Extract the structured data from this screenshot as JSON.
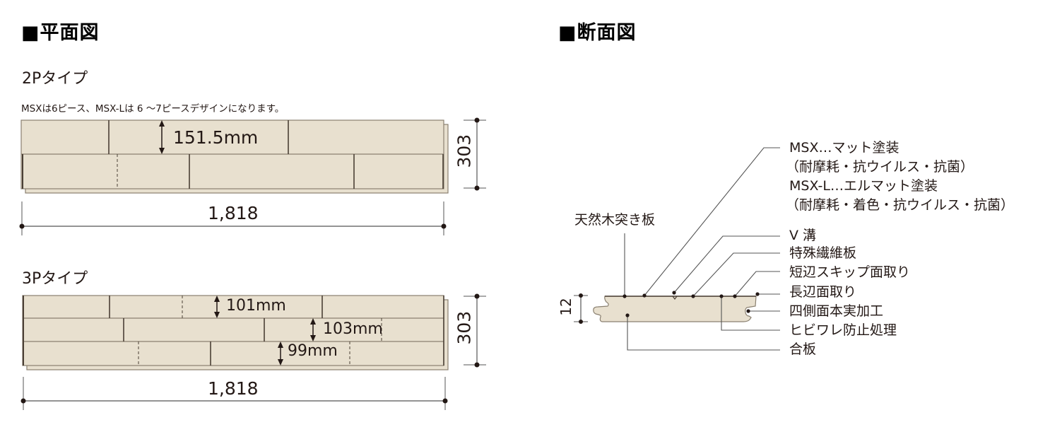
{
  "plan_view": {
    "title": "■平面図",
    "type_2p": {
      "label": "2Pタイプ",
      "note": "MSXは6ピース、MSX-Lは 6 〜7ピースデザインになります。",
      "plank_width": "151.5mm",
      "total_height": "303",
      "total_length": "1,818"
    },
    "type_3p": {
      "label": "3Pタイプ",
      "row1_width": "101mm",
      "row2_width": "103mm",
      "row3_width": "99mm",
      "total_height": "303",
      "total_length": "1,818"
    }
  },
  "section_view": {
    "title": "■断面図",
    "thickness": "12",
    "left_label": "天然木突き板",
    "coating_labels": [
      "MSX…マット塗装",
      "（耐摩耗・抗ウイルス・抗菌）",
      "MSX-L…エルマット塗装",
      "（耐摩耗・着色・抗ウイルス・抗菌）"
    ],
    "right_labels": [
      "V 溝",
      "特殊繊維板",
      "短辺スキップ面取り",
      "長辺面取り",
      "四側面本実加工",
      "ヒビワレ防止処理",
      "合板"
    ]
  },
  "colors": {
    "wood": "#e8e0cf",
    "wood_edge": "#8a8070",
    "joint": "#4a3f35",
    "line": "#231815",
    "leader": "#555555"
  }
}
